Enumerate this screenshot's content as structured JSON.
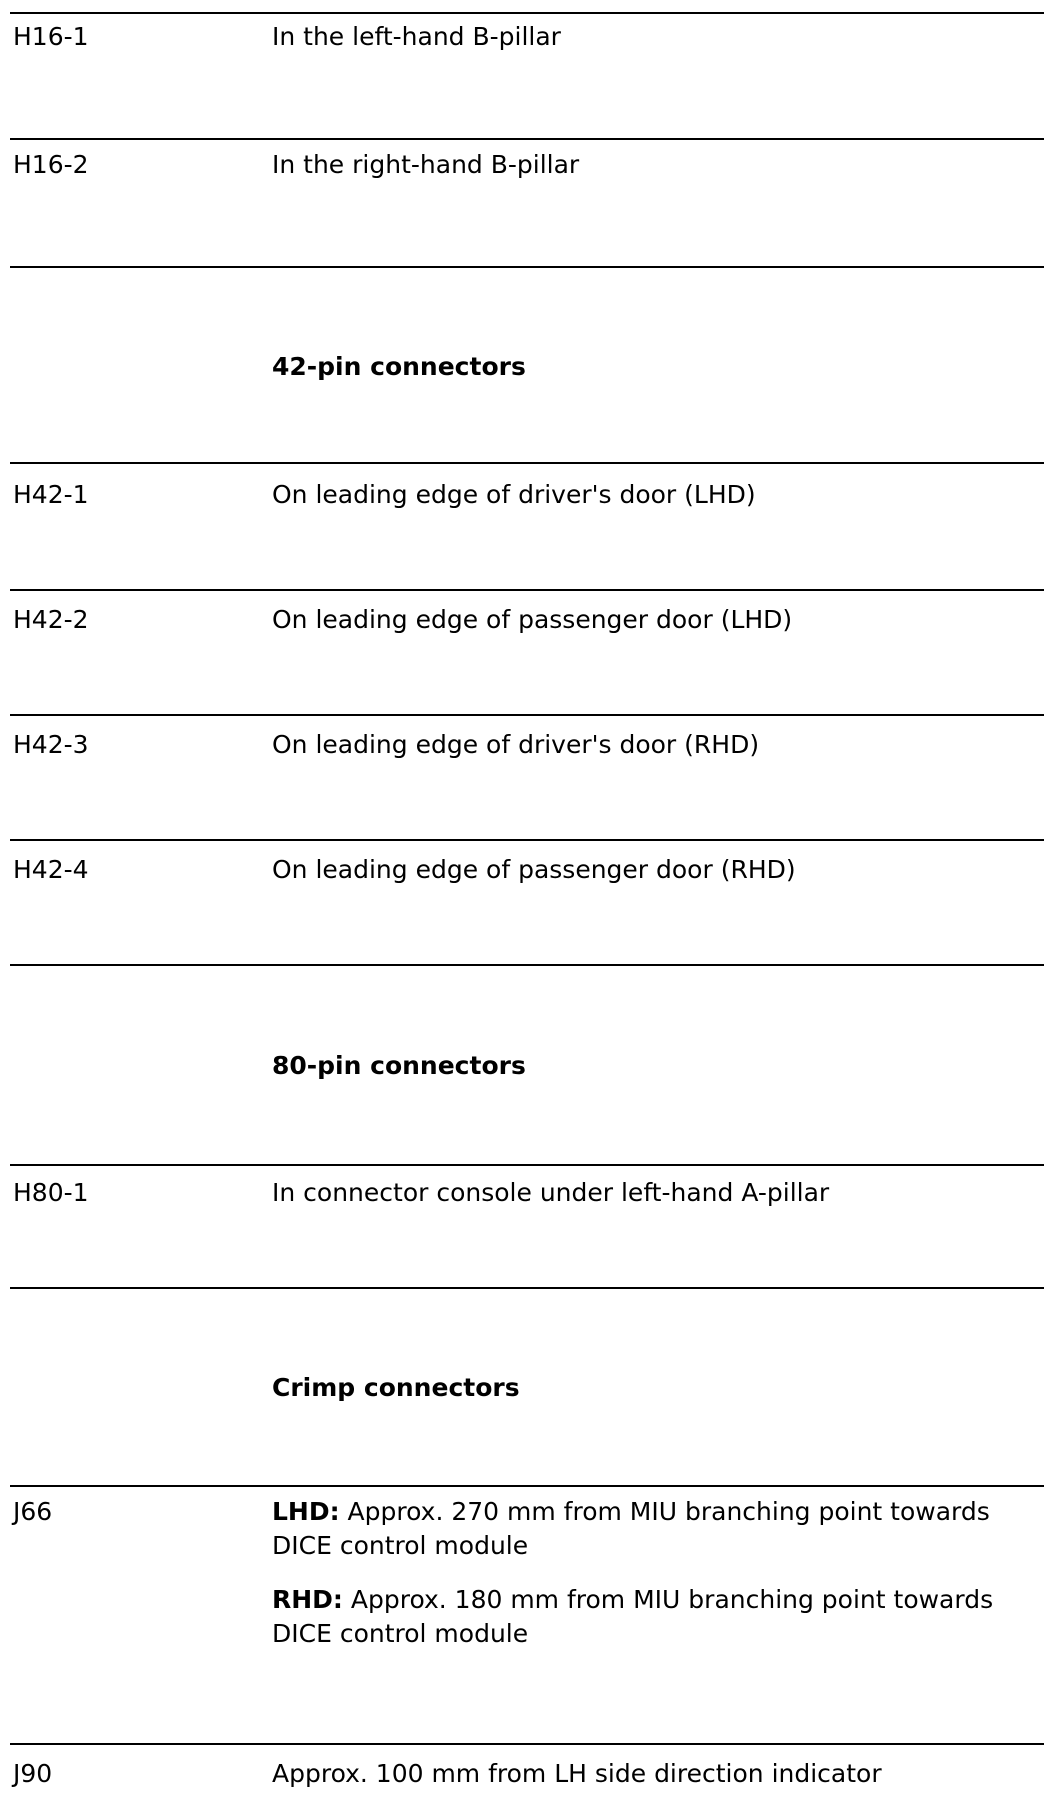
{
  "rows": [
    {
      "code": "H16-1",
      "text": "In the left-hand B-pillar"
    },
    {
      "code": "H16-2",
      "text": "In the right-hand B-pillar"
    },
    {
      "code": "H42-1",
      "text": "On leading edge of driver's door (LHD)"
    },
    {
      "code": "H42-2",
      "text": "On leading edge of passenger door (LHD)"
    },
    {
      "code": "H42-3",
      "text": "On leading edge of driver's door (RHD)"
    },
    {
      "code": "H42-4",
      "text": "On leading edge of passenger door (RHD)"
    },
    {
      "code": "H80-1",
      "text": "In connector console under left-hand A-pillar"
    },
    {
      "code": "J66",
      "lhd_label": "LHD:",
      "lhd_text": " Approx. 270 mm from MIU branching point towards DICE control module",
      "rhd_label": "RHD:",
      "rhd_text": " Approx. 180 mm from MIU branching point towards DICE control module"
    },
    {
      "code": "J90",
      "text": "Approx. 100 mm from LH side direction indicator"
    }
  ],
  "headings": {
    "pin42": "42-pin connectors",
    "pin80": "80-pin connectors",
    "crimp": "Crimp connectors"
  }
}
